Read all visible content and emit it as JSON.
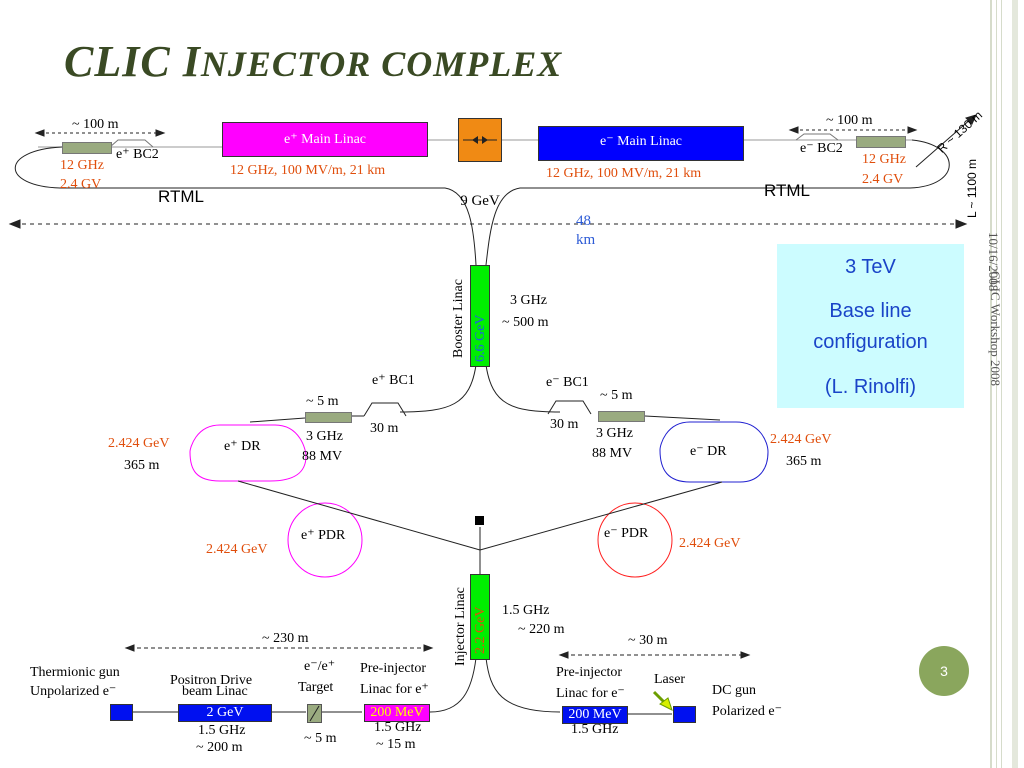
{
  "title": {
    "first": "CLIC",
    "second_cap": "I",
    "second_rest": "njector complex"
  },
  "footer": {
    "date": "10/16/2008",
    "workshop": "CLIC Workshop 2008",
    "page": "3"
  },
  "info_box": {
    "line1": "3 TeV",
    "line2": "Base line",
    "line3": "configuration",
    "line4": "(L. Rinolfi)"
  },
  "main_linacs": {
    "positron": {
      "label": "e⁺ Main Linac",
      "params": "12 GHz, 100 MV/m, 21 km"
    },
    "electron": {
      "label": "e⁻ Main Linac",
      "params": "12 GHz, 100 MV/m, 21 km"
    }
  },
  "bc2": {
    "left": {
      "distance": "~ 100 m",
      "label": "e⁺ BC2",
      "freq": "12 GHz",
      "voltage": "2.4 GV"
    },
    "right": {
      "distance": "~ 100 m",
      "label": "e⁻ BC2",
      "freq": "12 GHz",
      "voltage": "2.4 GV"
    }
  },
  "rtml": {
    "left": "RTML",
    "right": "RTML"
  },
  "energy_9": "9 GeV",
  "length_48": "48 km",
  "ring_radius": "R ~ 130 m",
  "ring_length": "L ~ 1100 m",
  "booster": {
    "name": "Booster Linac",
    "energy": "6.6 GeV",
    "freq": "3 GHz",
    "length": "~ 500 m"
  },
  "bc1": {
    "left": {
      "label": "e⁺ BC1",
      "distance": "~ 5 m",
      "length": "30 m",
      "freq": "3 GHz",
      "voltage": "88 MV"
    },
    "right": {
      "label": "e⁻ BC1",
      "distance": "~ 5 m",
      "length": "30 m",
      "freq": "3 GHz",
      "voltage": "88 MV"
    }
  },
  "damping_rings": {
    "left": {
      "label": "e⁺ DR",
      "energy": "2.424 GeV",
      "circumference": "365 m"
    },
    "right": {
      "label": "e⁻ DR",
      "energy": "2.424 GeV",
      "circumference": "365 m"
    }
  },
  "predamping_rings": {
    "left": {
      "label": "e⁺ PDR",
      "energy": "2.424 GeV"
    },
    "right": {
      "label": "e⁻ PDR",
      "energy": "2.424 GeV"
    }
  },
  "injector": {
    "name": "Injector Linac",
    "energy": "2.2 GeV",
    "freq": "1.5 GHz",
    "length": "~ 220 m"
  },
  "positron_source": {
    "gun_line1": "Thermionic gun",
    "gun_line2": "Unpolarized e⁻",
    "span": "~ 230 m",
    "drive_line1": "Positron Drive",
    "drive_line2": "beam Linac",
    "drive_energy": "2 GeV",
    "drive_freq": "1.5 GHz",
    "drive_length": "~ 200 m",
    "target_line1": "e⁻/e⁺",
    "target_line2": "Target",
    "target_distance": "~ 5 m",
    "pre_line1": "Pre-injector",
    "pre_line2": "Linac for e⁺",
    "pre_energy": "200 MeV",
    "pre_freq": "1.5 GHz",
    "pre_length": "~ 15 m"
  },
  "electron_source": {
    "span": "~ 30 m",
    "pre_line1": "Pre-injector",
    "pre_line2": "Linac for e⁻",
    "pre_energy": "200 MeV",
    "pre_freq": "1.5 GHz",
    "laser": "Laser",
    "gun_line1": "DC gun",
    "gun_line2": "Polarized e⁻"
  },
  "colors": {
    "title": "#3a4a24",
    "positron_linac": "#ff00ff",
    "electron_linac": "#0000ff",
    "collision_box": "#f08a14",
    "linac_green": "#00ee00",
    "bc_gray": "#9aab80",
    "orange_text": "#e04e0c",
    "blue_text": "#2d5bd6",
    "info_box": "#ccfcff",
    "page_circle": "#8aa65d"
  }
}
